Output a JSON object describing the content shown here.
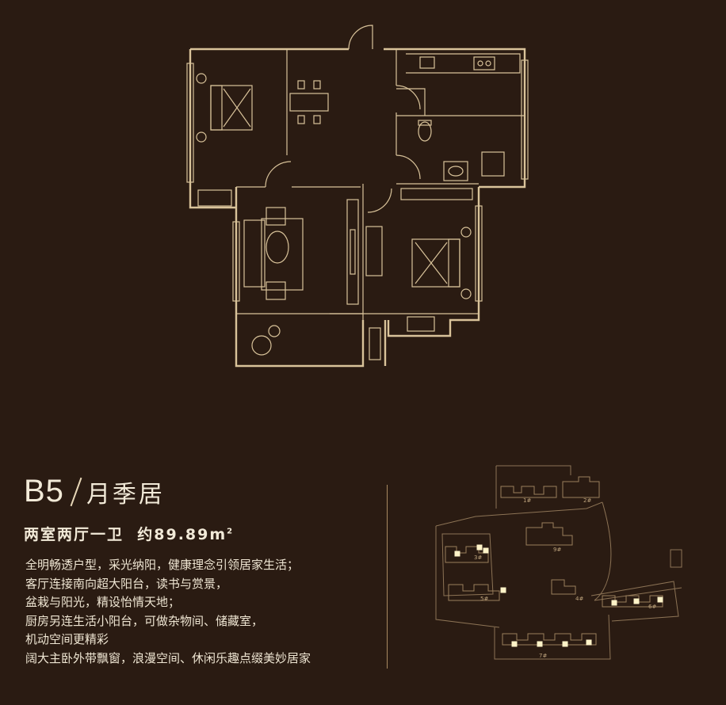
{
  "unit": {
    "code": "B5",
    "name": "月季居",
    "layout": "两室两厅一卫",
    "area_prefix": "约89.89m",
    "area_sup": "2"
  },
  "description": [
    "全明畅透户型，采光纳阳，健康理念引领居家生活；",
    "客厅连接南向超大阳台，读书与赏景，",
    "盆栽与阳光，精设怡情天地；",
    "厨房另连生活小阳台，可做杂物间、储藏室，",
    "机动空间更精彩",
    "阔大主卧外带飘窗，浪漫空间、休闲乐趣点缀美妙居家"
  ],
  "site_plan": {
    "building_labels": [
      "2#",
      "3#",
      "9#",
      "5#",
      "4#",
      "6#",
      "7#",
      "1#"
    ],
    "highlight_color": "#fff3c8"
  },
  "colors": {
    "background": "#2a1b12",
    "line": "#d9c39a",
    "text": "#f2ead8"
  }
}
